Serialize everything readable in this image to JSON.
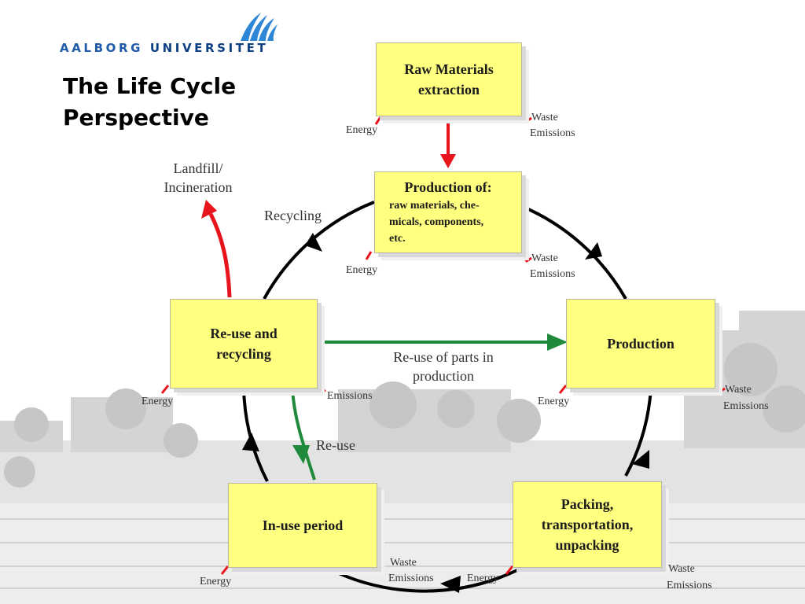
{
  "logo": {
    "part1": "AALBORG",
    "part2": "UNIVERSITET"
  },
  "title": {
    "line1": "The Life Cycle",
    "line2": "Perspective"
  },
  "boxes": {
    "raw": {
      "line1": "Raw Materials",
      "line2": "extraction"
    },
    "prodof": {
      "title": "Production of:",
      "line1": "raw materials, che-",
      "line2": "micals, components,",
      "line3": "etc."
    },
    "production": {
      "label": "Production"
    },
    "packing": {
      "line1": "Packing,",
      "line2": "transportation,",
      "line3": "unpacking"
    },
    "inuse": {
      "label": "In-use period"
    },
    "reuse": {
      "line1": "Re-use and",
      "line2": "recycling"
    }
  },
  "labels": {
    "energy": "Energy",
    "waste": "Waste",
    "emissions": "Emissions",
    "landfill1": "Landfill/",
    "landfill2": "Incineration",
    "recycling": "Recycling",
    "reuse_parts1": "Re-use of parts in",
    "reuse_parts2": "production",
    "reuse": "Re-use"
  },
  "colors": {
    "box": "#ffff80",
    "red_arrow": "#e8141b",
    "green_arrow": "#1f8a3c",
    "logo_blue": "#1f5ba8"
  }
}
